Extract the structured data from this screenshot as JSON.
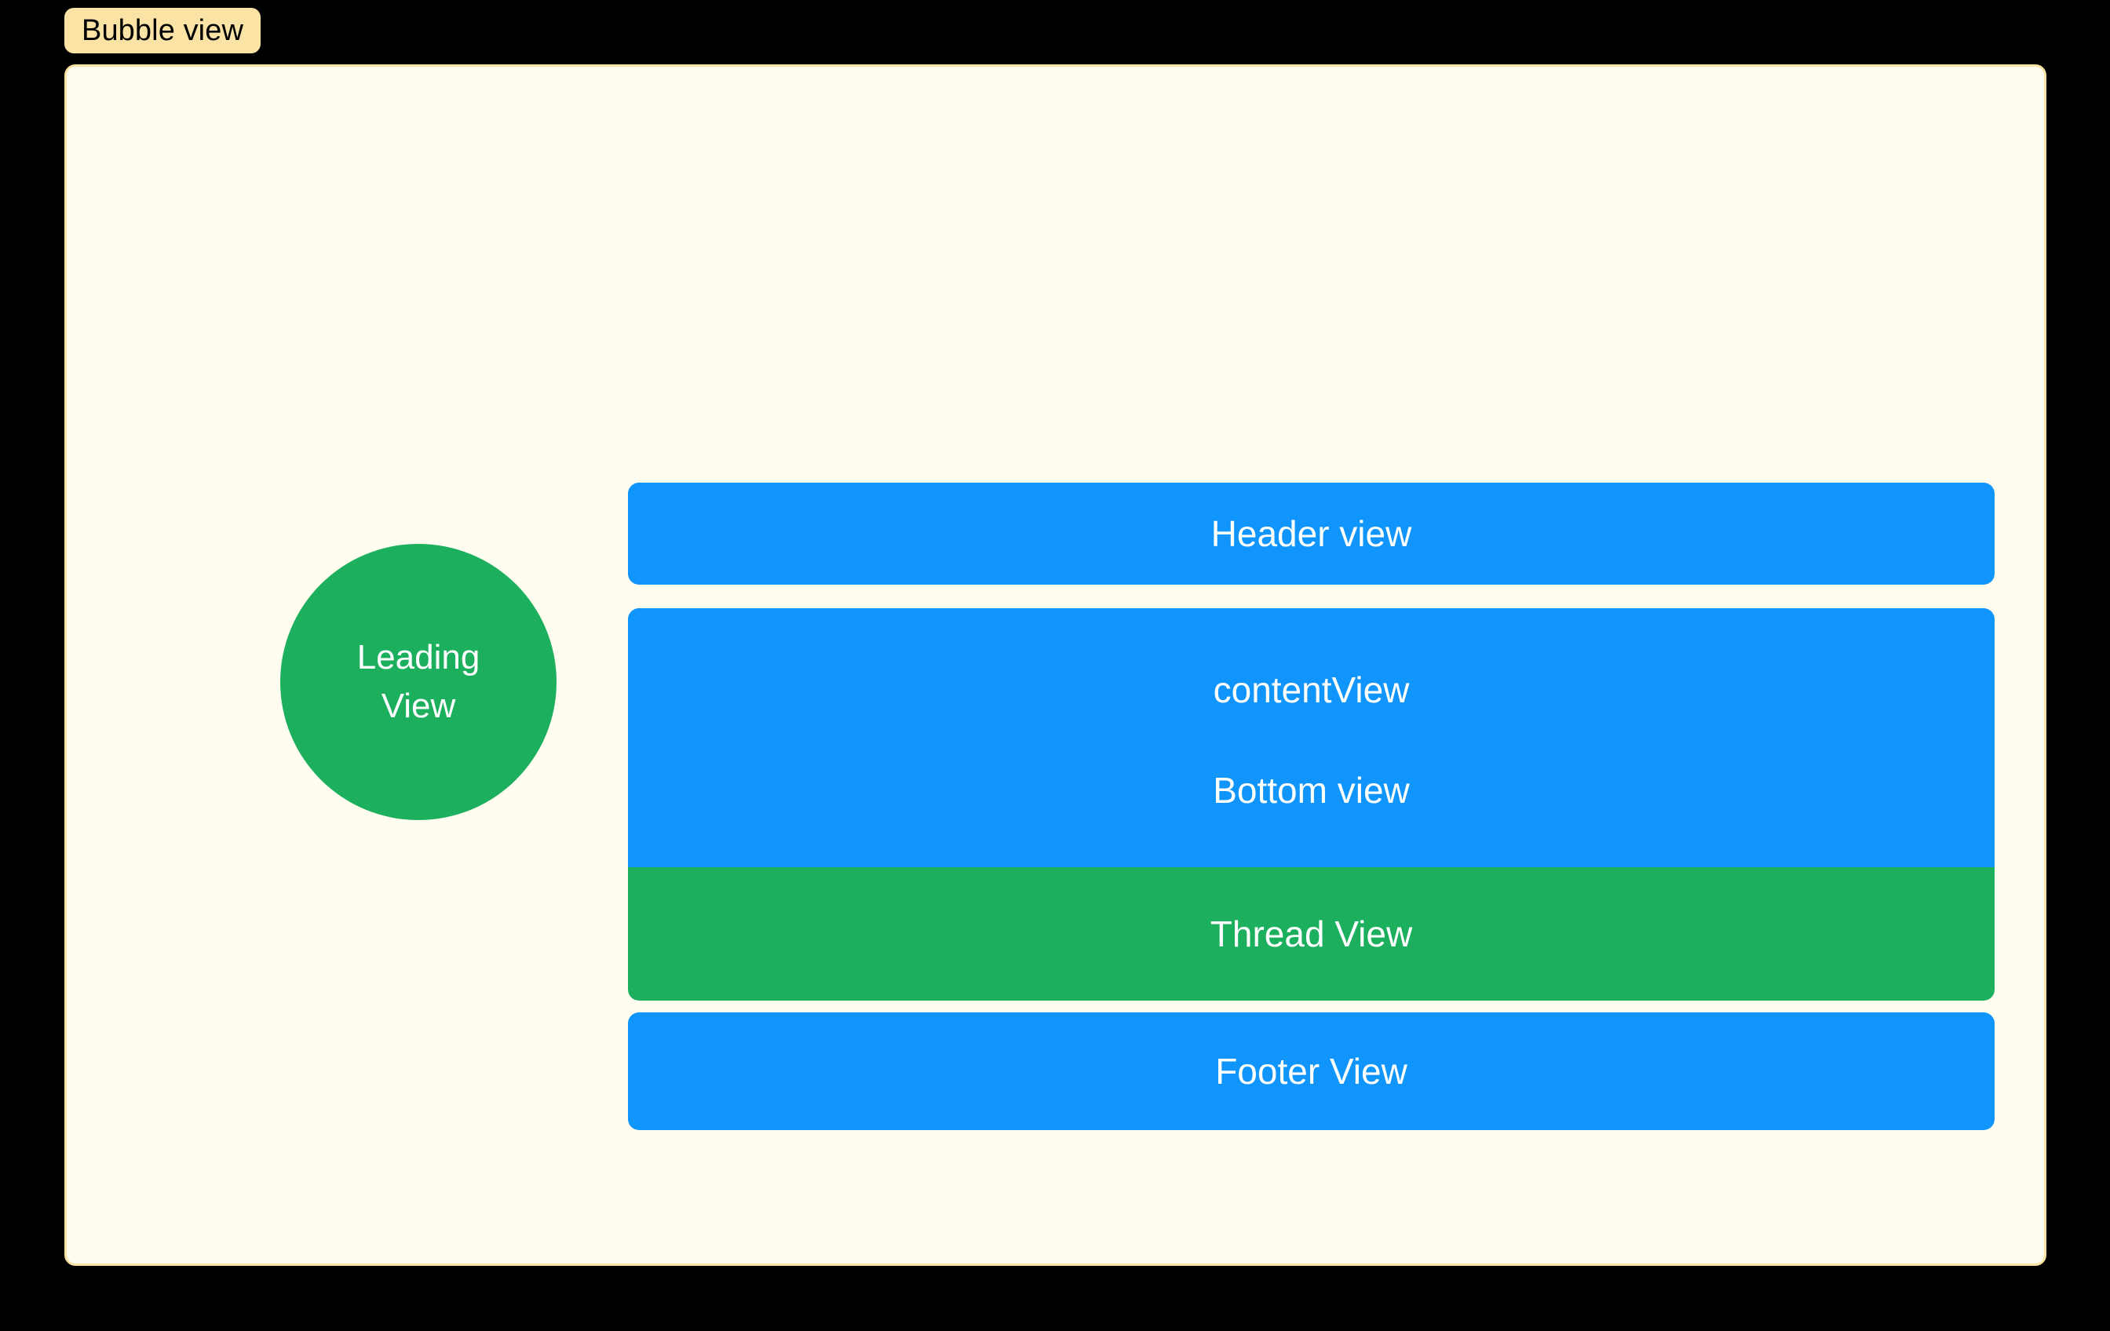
{
  "badge": {
    "label": "Bubble view"
  },
  "canvas": {
    "background_color": "#000000",
    "card_background_color": "#FFFDF0",
    "card_border_color": "#FBE3A6",
    "badge_background_color": "#FBE3A6"
  },
  "colors": {
    "blue": "#0F95FB",
    "green": "#1CB05E",
    "text_on_fill": "#FFFFFF",
    "badge_text": "#000000"
  },
  "leading_view": {
    "line1": "Leading",
    "line2": "View",
    "shape": "circle",
    "fill": "#1CB05E"
  },
  "stack": {
    "items": [
      {
        "label": "Header view",
        "fill": "#0F95FB",
        "shape": "rounded-rect"
      },
      {
        "label": "contentView",
        "fill": "#0F95FB",
        "shape": "rounded-rect-top"
      },
      {
        "label": "Bottom view",
        "fill": "#0F95FB",
        "shape": "rounded-rect-top"
      },
      {
        "label": "Thread View",
        "fill": "#1CB05E",
        "shape": "rounded-rect-bottom"
      },
      {
        "label": "Footer View",
        "fill": "#0F95FB",
        "shape": "rounded-rect"
      }
    ]
  }
}
